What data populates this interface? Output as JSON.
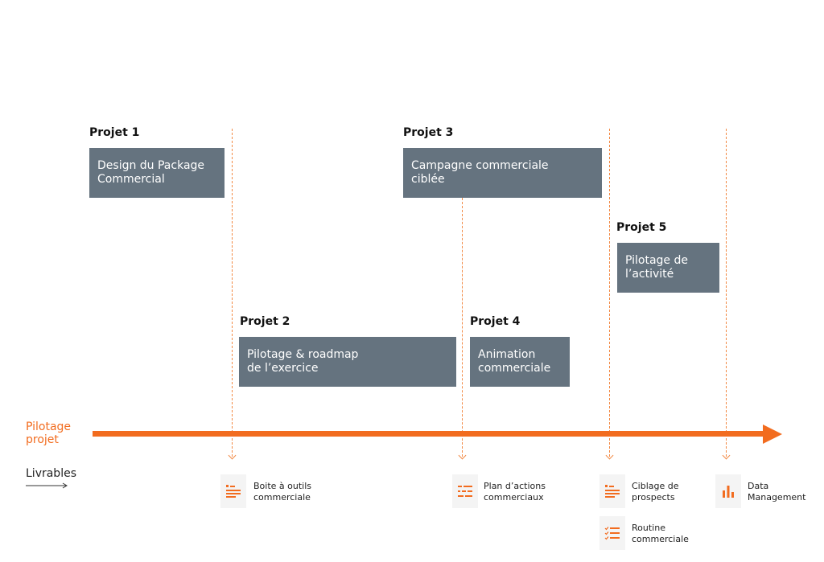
{
  "projects": [
    {
      "label": "Projet 1",
      "title": "Design du Package\nCommercial"
    },
    {
      "label": "Projet 2",
      "title": "Pilotage & roadmap\nde l’exercice"
    },
    {
      "label": "Projet 3",
      "title": "Campagne commerciale\nciblée"
    },
    {
      "label": "Projet 4",
      "title": "Animation\ncommerciale"
    },
    {
      "label": "Projet 5",
      "title": "Pilotage de\nl’activité"
    }
  ],
  "timeline": {
    "label": "Pilotage\nprojet",
    "color": "#f26c1f"
  },
  "deliverables": {
    "label": "Livrables",
    "items": [
      {
        "text": "Boite à outils\ncommerciale",
        "icon": "toolbox-list-icon"
      },
      {
        "text": "Plan d’actions\ncommerciaux",
        "icon": "action-plan-icon"
      },
      {
        "text": "Ciblage de\nprospects",
        "icon": "targeting-list-icon"
      },
      {
        "text": "Data\nManagement",
        "icon": "bar-chart-icon"
      },
      {
        "text": "Routine\ncommerciale",
        "icon": "checklist-icon"
      }
    ]
  },
  "colors": {
    "box": "#65737f",
    "accent": "#f26c1f",
    "dashed": "#f28a45"
  }
}
